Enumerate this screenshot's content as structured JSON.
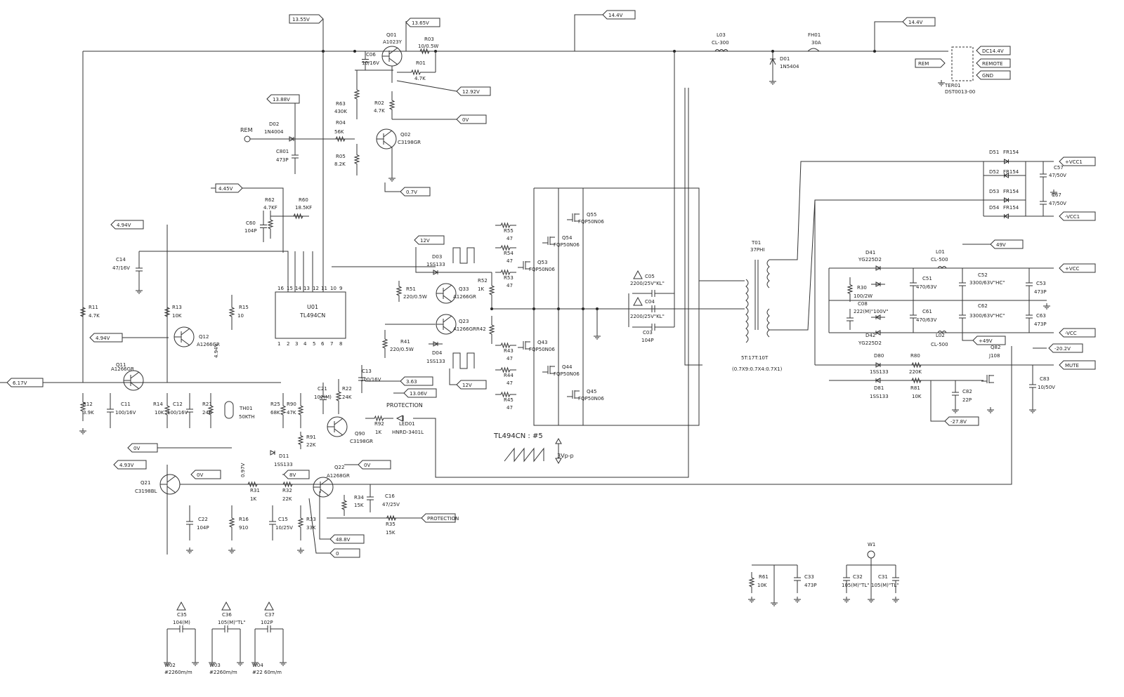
{
  "flags": {
    "v1355": "13.55V",
    "v1365": "13.65V",
    "v144a": "14.4V",
    "v144b": "14.4V",
    "v1292": "12.92V",
    "v0a": "0V",
    "v1388": "13.88V",
    "v07": "0.7V",
    "v445": "4.45V",
    "v494a": "4.94V",
    "v494b": "4.94V",
    "v617": "6.17V",
    "v0b": "0V",
    "v493": "4.93V",
    "v0c": "0V",
    "v8": "8V",
    "v0d": "0V",
    "v363": "3.63",
    "v1306": "13.06V",
    "v12a": "12V",
    "v12b": "12V",
    "v488": "48.8V",
    "vzero": "0",
    "protection_flag": "PROTECTION",
    "v49": "49V",
    "vp49": "+49V",
    "vm202": "-20.2V",
    "vm278": "-27.8V",
    "rem_flag": "REM",
    "dc144": "DC14.4V",
    "remote": "REMOTE",
    "gnd": "GND",
    "pvcc1": "+VCC1",
    "mvcc1": "-VCC1",
    "pvcc": "+VCC",
    "mvcc": "-VCC",
    "mute": "MUTE"
  },
  "labels": {
    "protection": "PROTECTION",
    "rem": "REM",
    "tl494_note": "TL494CN : #5",
    "vpp": "3Vp-p",
    "u01_ref": "U01",
    "u01_part": "TL494CN",
    "ter01": "TER01",
    "ter01_part": "DST0013-00",
    "t01_ref": "T01",
    "t01_core": "37PHI",
    "t01_turns": "5T:17T:10T",
    "t01_wire": "(0.7X9:0.7X4:0.7X1)",
    "w1": "W1",
    "tl494_pins": [
      "16",
      "15",
      "14",
      "13",
      "12",
      "11",
      "10",
      "9",
      "1",
      "2",
      "3",
      "4",
      "5",
      "6",
      "7",
      "8"
    ],
    "pin4_v": "4.94V",
    "th01_v": "0.97V"
  },
  "parts": [
    {
      "ref": "Q01",
      "value": "A1023Y"
    },
    {
      "ref": "C06",
      "value": "10/16V"
    },
    {
      "ref": "R03",
      "value": "10/0.5W"
    },
    {
      "ref": "R01",
      "value": "4.7K"
    },
    {
      "ref": "L03",
      "value": "CL-300"
    },
    {
      "ref": "FH01",
      "value": "30A"
    },
    {
      "ref": "D01",
      "value": "1N5404"
    },
    {
      "ref": "R63",
      "value": "430K"
    },
    {
      "ref": "R02",
      "value": "4.7K"
    },
    {
      "ref": "D02",
      "value": "1N4004"
    },
    {
      "ref": "R04",
      "value": "56K"
    },
    {
      "ref": "Q02",
      "value": "C3198GR"
    },
    {
      "ref": "C801",
      "value": "473P"
    },
    {
      "ref": "R05",
      "value": "8.2K"
    },
    {
      "ref": "R62",
      "value": "4.7KF"
    },
    {
      "ref": "R60",
      "value": "18.5KF"
    },
    {
      "ref": "C60",
      "value": "104P"
    },
    {
      "ref": "C14",
      "value": "47/16V"
    },
    {
      "ref": "R11",
      "value": "4.7K"
    },
    {
      "ref": "R13",
      "value": "10K"
    },
    {
      "ref": "R15",
      "value": "10"
    },
    {
      "ref": "Q12",
      "value": "A1266GR"
    },
    {
      "ref": "Q11",
      "value": "A1266GR"
    },
    {
      "ref": "R12",
      "value": "3.9K"
    },
    {
      "ref": "C11",
      "value": "100/16V"
    },
    {
      "ref": "R14",
      "value": "10K"
    },
    {
      "ref": "C12",
      "value": "100/16V"
    },
    {
      "ref": "R21",
      "value": "24K"
    },
    {
      "ref": "TH01",
      "value": "50KTH"
    },
    {
      "ref": "R25",
      "value": "68K"
    },
    {
      "ref": "R90",
      "value": "47K"
    },
    {
      "ref": "C21",
      "value": "102(M)"
    },
    {
      "ref": "R22",
      "value": "24K"
    },
    {
      "ref": "C13",
      "value": "100/16V"
    },
    {
      "ref": "R91",
      "value": "22K"
    },
    {
      "ref": "Q90",
      "value": "C3198GR"
    },
    {
      "ref": "R92",
      "value": "1K"
    },
    {
      "ref": "LED01",
      "value": "HNRD-3401L"
    },
    {
      "ref": "D11",
      "value": "1SS133"
    },
    {
      "ref": "Q21",
      "value": "C3198BL"
    },
    {
      "ref": "R31",
      "value": "1K"
    },
    {
      "ref": "R32",
      "value": "22K"
    },
    {
      "ref": "Q22",
      "value": "A1268GR"
    },
    {
      "ref": "R34",
      "value": "15K"
    },
    {
      "ref": "C16",
      "value": "47/25V"
    },
    {
      "ref": "R35",
      "value": "15K"
    },
    {
      "ref": "C22",
      "value": "104P"
    },
    {
      "ref": "R16",
      "value": "910"
    },
    {
      "ref": "C15",
      "value": "10/25V"
    },
    {
      "ref": "R33",
      "value": "33K"
    },
    {
      "ref": "D03",
      "value": "1SS133"
    },
    {
      "ref": "D04",
      "value": "1SS133"
    },
    {
      "ref": "R51",
      "value": "220/0.5W"
    },
    {
      "ref": "Q33",
      "value": "A1266GR"
    },
    {
      "ref": "R52",
      "value": "1K"
    },
    {
      "ref": "Q23",
      "value": "A1266GRR42"
    },
    {
      "ref": "R41",
      "value": "220/0.5W"
    },
    {
      "ref": "R55",
      "value": "47"
    },
    {
      "ref": "R54",
      "value": "47"
    },
    {
      "ref": "R53",
      "value": "47"
    },
    {
      "ref": "R43",
      "value": "47"
    },
    {
      "ref": "R44",
      "value": "47"
    },
    {
      "ref": "R45",
      "value": "47"
    },
    {
      "ref": "Q55",
      "value": "FQP50N06"
    },
    {
      "ref": "Q54",
      "value": "FQP50N06"
    },
    {
      "ref": "Q53",
      "value": "FQP50N06"
    },
    {
      "ref": "Q43",
      "value": "FQP50N06"
    },
    {
      "ref": "Q44",
      "value": "FQP50N06"
    },
    {
      "ref": "Q45",
      "value": "FQP50N06"
    },
    {
      "ref": "C05",
      "value": "2200/25V\"KL\""
    },
    {
      "ref": "C04",
      "value": "2200/25V\"KL\""
    },
    {
      "ref": "C03",
      "value": "104P"
    },
    {
      "ref": "D51",
      "value": "FR154"
    },
    {
      "ref": "D52",
      "value": "FR154"
    },
    {
      "ref": "D53",
      "value": "FR154"
    },
    {
      "ref": "D54",
      "value": "FR154"
    },
    {
      "ref": "C57",
      "value": "47/50V"
    },
    {
      "ref": "C67",
      "value": "47/50V"
    },
    {
      "ref": "D41",
      "value": "YG225D2"
    },
    {
      "ref": "D42",
      "value": "YG225D2"
    },
    {
      "ref": "R30",
      "value": "100/2W"
    },
    {
      "ref": "C08",
      "value": "222(M)\"100V\""
    },
    {
      "ref": "L01",
      "value": "CL-500"
    },
    {
      "ref": "L02",
      "value": "CL-500"
    },
    {
      "ref": "C51",
      "value": "470/63V"
    },
    {
      "ref": "C61",
      "value": "470/63V"
    },
    {
      "ref": "C52",
      "value": "3300/63V\"HC\""
    },
    {
      "ref": "C62",
      "value": "3300/63V\"HC\""
    },
    {
      "ref": "C53",
      "value": "473P"
    },
    {
      "ref": "C63",
      "value": "473P"
    },
    {
      "ref": "D80",
      "value": "1SS133"
    },
    {
      "ref": "D81",
      "value": "1SS133"
    },
    {
      "ref": "R80",
      "value": "220K"
    },
    {
      "ref": "R81",
      "value": "10K"
    },
    {
      "ref": "C82",
      "value": "22P"
    },
    {
      "ref": "Q82",
      "value": "J108"
    },
    {
      "ref": "C83",
      "value": "10/50V"
    },
    {
      "ref": "R61",
      "value": "10K"
    },
    {
      "ref": "C33",
      "value": "473P"
    },
    {
      "ref": "C32",
      "value": "105(M)\"TL\""
    },
    {
      "ref": "C31",
      "value": "105(M)\"TL\""
    },
    {
      "ref": "C35",
      "value": "104(M)"
    },
    {
      "ref": "C36",
      "value": "105(M)\"TL\""
    },
    {
      "ref": "C37",
      "value": "102P"
    },
    {
      "ref": "W02",
      "value": "#2260m/m"
    },
    {
      "ref": "W03",
      "value": "#2260m/m"
    },
    {
      "ref": "W04",
      "value": "#22 60m/m"
    }
  ]
}
